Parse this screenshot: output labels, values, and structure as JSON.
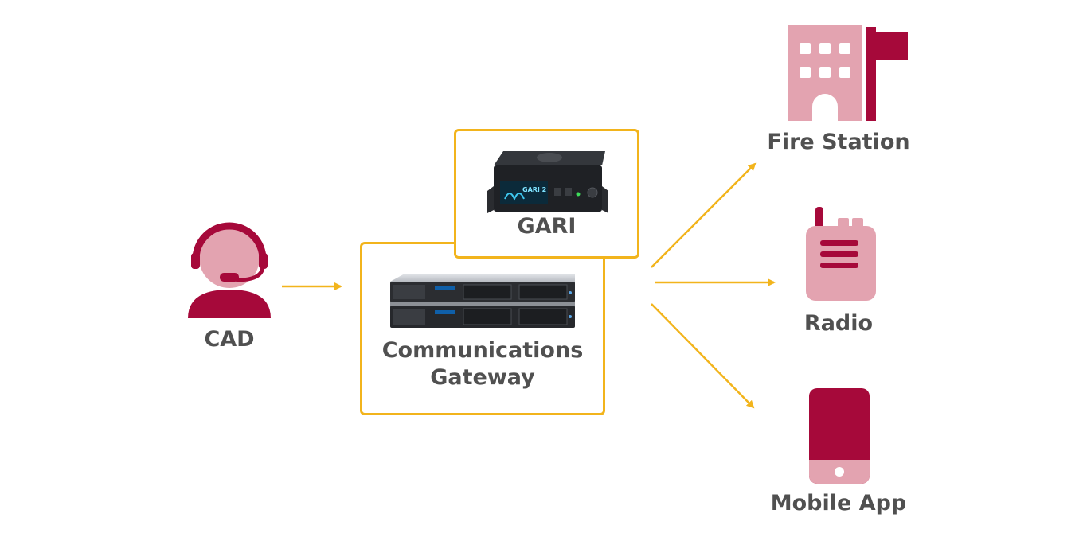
{
  "nodes": {
    "cad": {
      "label": "CAD"
    },
    "gateway": {
      "label_line1": "Communications",
      "label_line2": "Gateway"
    },
    "gari": {
      "label": "GARI",
      "screen_text": "GARI 2"
    },
    "fire_station": {
      "label": "Fire Station"
    },
    "radio": {
      "label": "Radio"
    },
    "mobile_app": {
      "label": "Mobile App"
    }
  },
  "icons": {
    "cad": "headset-operator-icon",
    "gateway": "rack-server-icon",
    "gari": "gari-device-icon",
    "fire_station": "fire-station-building-icon",
    "radio": "handheld-radio-icon",
    "mobile_app": "mobile-phone-icon"
  },
  "colors": {
    "arrow": "#f2b41c",
    "box_border": "#f2b41c",
    "brand_dark": "#a6093a",
    "brand_light": "#e3a3b0",
    "text": "#505050"
  }
}
